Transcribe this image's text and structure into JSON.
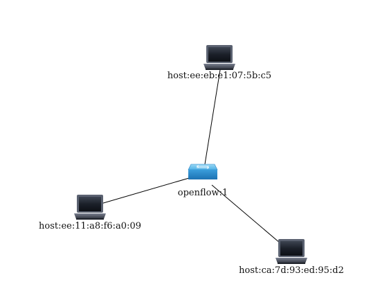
{
  "topology": {
    "nodes": [
      {
        "id": "switch",
        "kind": "switch",
        "icon": "network-switch-icon",
        "label": "openflow:1"
      },
      {
        "id": "host_top",
        "kind": "host",
        "icon": "laptop-icon",
        "label": "host:ee:eb:e1:07:5b:c5"
      },
      {
        "id": "host_left",
        "kind": "host",
        "icon": "laptop-icon",
        "label": "host:ee:11:a8:f6:a0:09"
      },
      {
        "id": "host_right",
        "kind": "host",
        "icon": "laptop-icon",
        "label": "host:ca:7d:93:ed:95:d2"
      }
    ],
    "links": [
      {
        "from": "switch",
        "to": "host_top"
      },
      {
        "from": "switch",
        "to": "host_left"
      },
      {
        "from": "switch",
        "to": "host_right"
      }
    ],
    "colors": {
      "switch_top": "#6cc4ef",
      "switch_body": "#2a8fd0",
      "laptop_screen": "#1a1f2a",
      "laptop_bezel": "#5b6271",
      "link": "#000000",
      "label": "#111111"
    }
  }
}
